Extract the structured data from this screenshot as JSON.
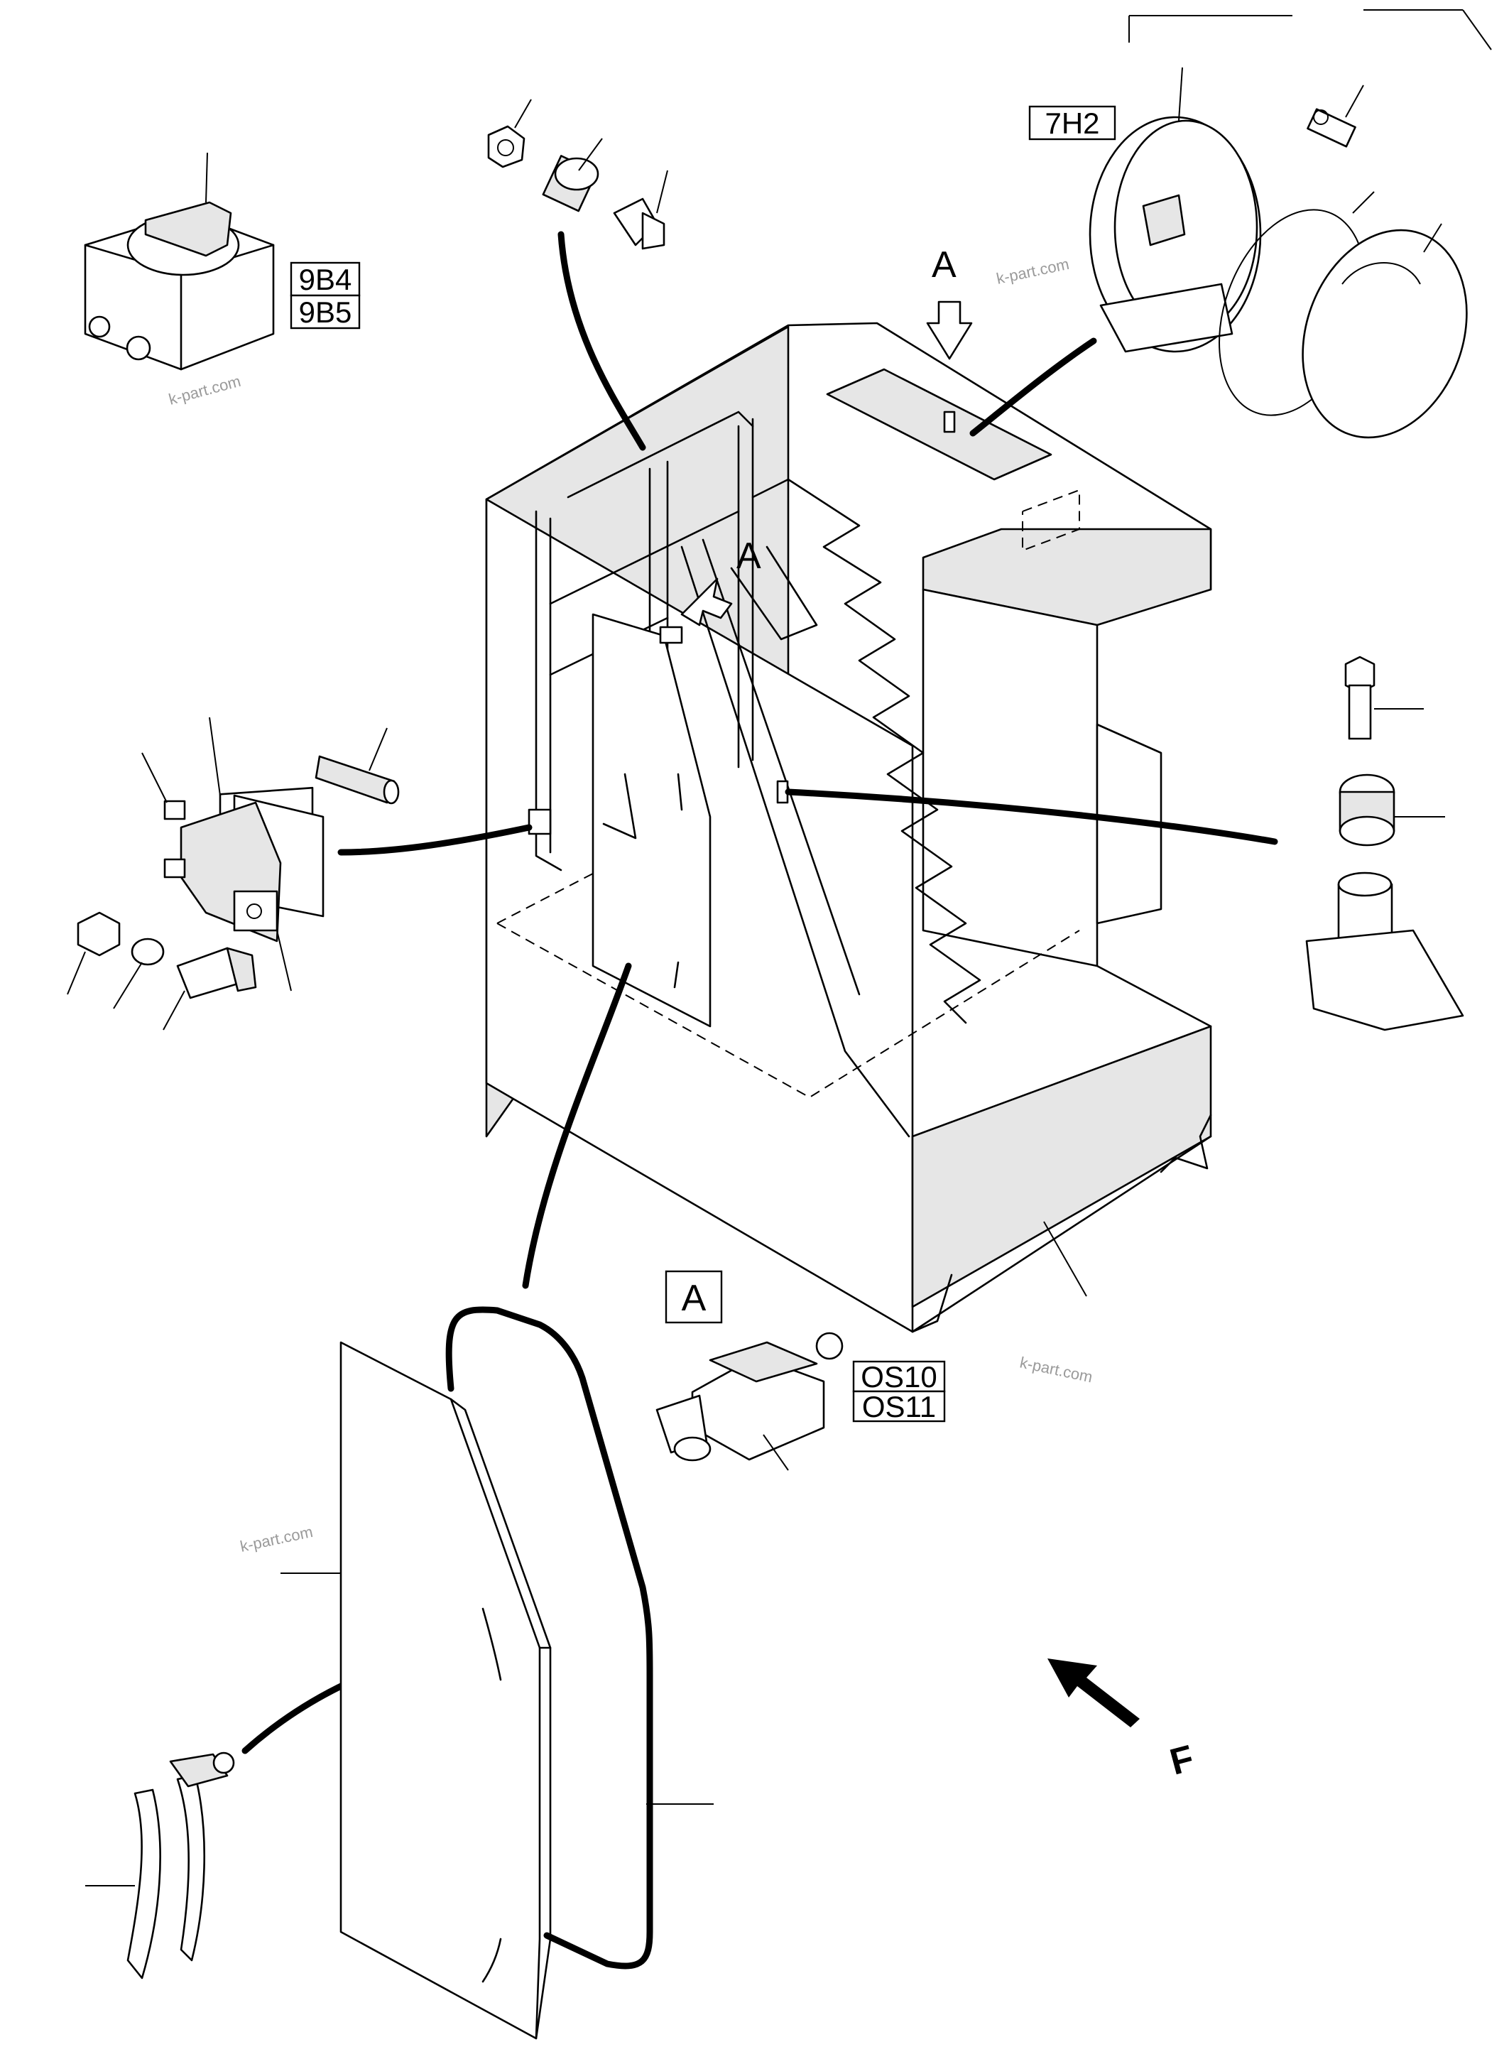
{
  "codes": {
    "switch_box_1": "9B4",
    "switch_box_2": "9B5",
    "beacon": "7H2",
    "limit_switch_1": "OS10",
    "limit_switch_2": "OS11"
  },
  "view_markers": {
    "top_arrow_letter": "A",
    "side_arrow_letter": "A",
    "detail_box_letter": "A",
    "direction_letter": "F"
  },
  "watermarks": [
    "k-part.com",
    "k-part.com",
    "k-part.com",
    "k-part.com"
  ],
  "colors": {
    "line": "#000000",
    "panel_fill": "#e6e6e6",
    "watermark": "#9a9a9a"
  }
}
